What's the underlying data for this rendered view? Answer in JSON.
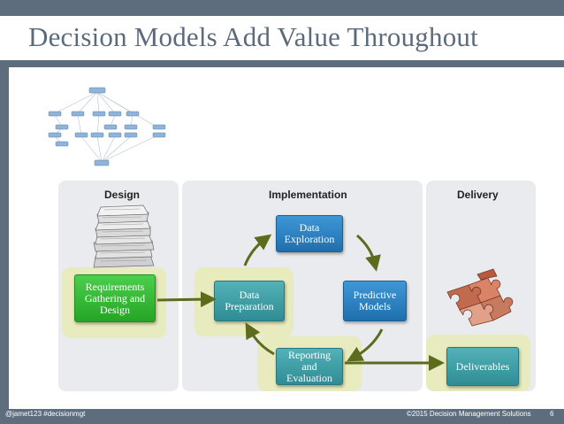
{
  "title": "Decision Models Add Value Throughout",
  "panels": {
    "design": "Design",
    "implementation": "Implementation",
    "delivery": "Delivery"
  },
  "boxes": {
    "requirements": "Requirements Gathering and Design",
    "data_exploration": "Data Exploration",
    "data_preparation": "Data Preparation",
    "predictive_models": "Predictive Models",
    "reporting": "Reporting and Evaluation",
    "deliverables": "Deliverables"
  },
  "footer": {
    "left": "@jamet123 #decisionmgt",
    "center": "©2015 Decision Management Solutions",
    "page": "6"
  },
  "colors": {
    "background": "#5d6d7e",
    "title": "#5b6b7b",
    "green_box": "#2fb82f",
    "blue_box": "#2a7fc2",
    "teal_box": "#3e9ea5",
    "arrow": "#5c6b1c",
    "highlight": "#e8ebbd"
  }
}
